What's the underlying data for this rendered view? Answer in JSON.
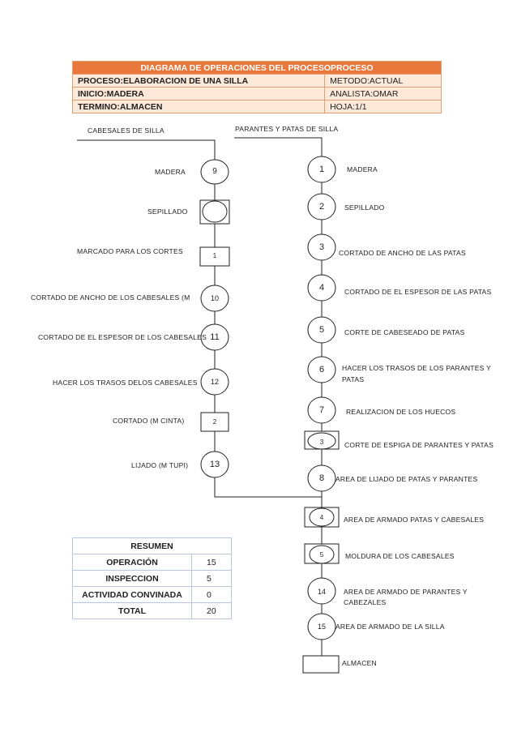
{
  "header": {
    "title": "DIAGRAMA DE OPERACIONES DEL PROCESOPROCESO",
    "rows": [
      [
        "PROCESO:ELABORACION DE UNA SILLA",
        "METODO:ACTUAL"
      ],
      [
        "INICIO:MADERA",
        "ANALISTA:OMAR"
      ],
      [
        "TERMINO:ALMACEN",
        "HOJA:1/1"
      ]
    ]
  },
  "flow_titles": {
    "left": "CABESALES  DE  SILLA",
    "right": "PARANTES  Y   PATAS DE  SILLA"
  },
  "left_steps": [
    {
      "symbol": "operation",
      "number": "9",
      "label": "MADERA"
    },
    {
      "symbol": "combined",
      "number": "",
      "label": "SEPILLADO"
    },
    {
      "symbol": "inspection",
      "number": "1",
      "label": "MARCADO  PARA LOS CORTES"
    },
    {
      "symbol": "operation",
      "number": "10",
      "label": "CORTADO DE ANCHO DE LOS CABESALES  (M"
    },
    {
      "symbol": "operation",
      "number": "11",
      "label": "CORTADO DE EL ESPESOR  DE LOS CABESALES"
    },
    {
      "symbol": "operation",
      "number": "12",
      "label": "HACER LOS TRASOS DELOS CABESALES"
    },
    {
      "symbol": "inspection",
      "number": "2",
      "label": "CORTADO (M CINTA)"
    },
    {
      "symbol": "operation",
      "number": "13",
      "label": "LIJADO  (M TUPI)"
    }
  ],
  "right_steps": [
    {
      "symbol": "operation",
      "number": "1",
      "label": "MADERA"
    },
    {
      "symbol": "operation",
      "number": "2",
      "label": "SEPILLADO"
    },
    {
      "symbol": "operation",
      "number": "3",
      "label": "CORTADO  DE  ANCHO  DE LAS PATAS"
    },
    {
      "symbol": "operation",
      "number": "4",
      "label": "CORTADO  DE  EL ESPESOR  DE LAS  PATAS"
    },
    {
      "symbol": "operation",
      "number": "5",
      "label": "CORTE  DE  CABESEADO  DE  PATAS"
    },
    {
      "symbol": "operation",
      "number": "6",
      "label": "HACER  LOS TRASOS  DE LOS PARANTES   Y",
      "label2": "PATAS"
    },
    {
      "symbol": "operation",
      "number": "7",
      "label": "REALIZACION DE LOS HUECOS"
    },
    {
      "symbol": "inspection",
      "number": "3",
      "label": "CORTE  DE  ESPIGA  DE  PARANTES  Y  PATAS"
    },
    {
      "symbol": "operation",
      "number": "8",
      "label": "AREA  DE  LIJADO  DE  PATAS  Y PARANTES"
    },
    {
      "symbol": "inspection",
      "number": "4",
      "label": "AREA  DE  ARMADO  PATAS  Y  CABESALES"
    },
    {
      "symbol": "inspection",
      "number": "5",
      "label": "MOLDURA  DE  LOS  CABESALES"
    },
    {
      "symbol": "operation",
      "number": "14",
      "label": "AREA  DE  ARMADO  DE  PARANTES   Y",
      "label2": "CABEZALES"
    },
    {
      "symbol": "operation",
      "number": "15",
      "label": "AREA  DE  ARMADO  DE  LA SILLA"
    },
    {
      "symbol": "storage",
      "number": "",
      "label": "ALMACEN"
    }
  ],
  "summary": {
    "title": "RESUMEN",
    "rows": [
      {
        "label": "OPERACIÓN",
        "value": "15"
      },
      {
        "label": "INSPECCION",
        "value": "5"
      },
      {
        "label": "ACTIVIDAD CONVINADA",
        "value": "0"
      },
      {
        "label": "TOTAL",
        "value": "20"
      }
    ]
  }
}
